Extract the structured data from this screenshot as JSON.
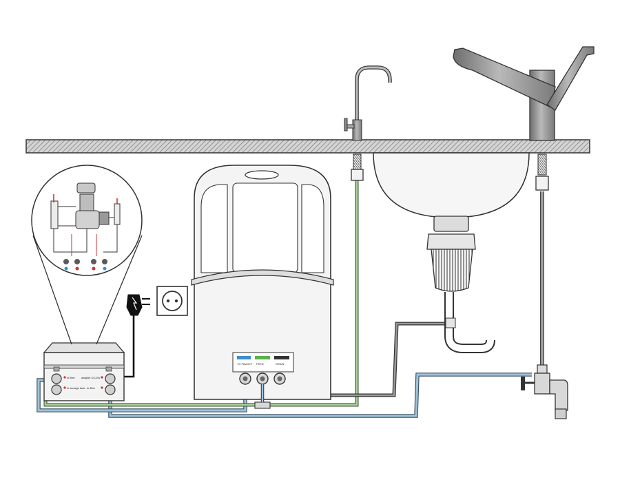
{
  "colors": {
    "background": "#ffffff",
    "outline": "#222222",
    "countertop_fill": "#bdbdbd",
    "unit_fill": "#f4f4f4",
    "tube_blue": "#9ec3dc",
    "tube_green": "#a9cf9b",
    "tube_gray": "#777777",
    "chrome": "#8a8a8a",
    "label_blue": "#3a8fd0",
    "label_green": "#58b24a",
    "label_dark": "#333333"
  },
  "unit_labels": {
    "port_left": "TO FAUCET",
    "port_middle": "FEED",
    "port_right": "DRAIN"
  },
  "pump_labels": {
    "top_left": "in filter",
    "bottom_left": "to storage tank",
    "top_right": "adapter DC24V",
    "bottom_right": "to filter"
  },
  "icons": {
    "countertop": "countertop",
    "filter_faucet": "filter-faucet-icon",
    "mixer_tap": "mixer-tap-icon",
    "sink": "sink-bowl",
    "drain_trap": "drain-trap",
    "filter_unit": "reverse-osmosis-unit",
    "booster_pump": "booster-pump-box",
    "detail_magnifier": "magnifier-detail-circle",
    "power_adapter": "power-plug-icon",
    "wall_socket": "wall-socket-icon",
    "angle_valve": "angle-valve-icon",
    "tee_adapter": "tee-adapter"
  }
}
